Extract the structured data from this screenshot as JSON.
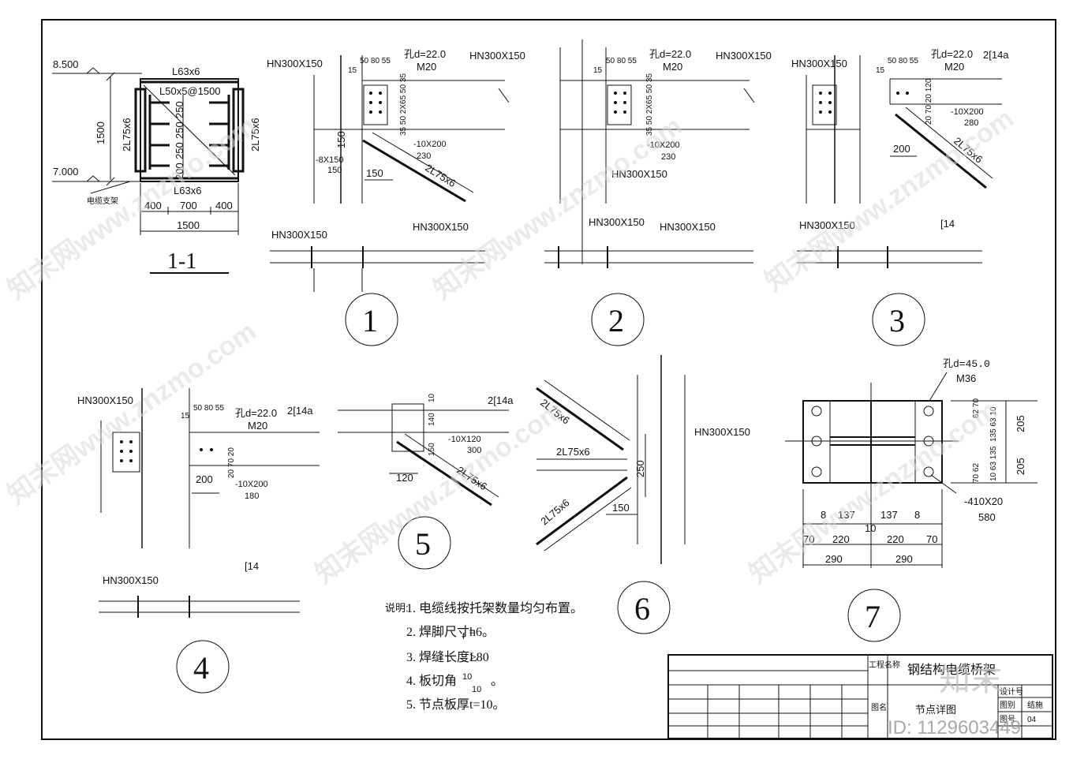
{
  "section": {
    "label": "1-1",
    "elev_top": "8.500",
    "elev_bottom": "7.000",
    "height_dim": "1500",
    "top_member": "L63x6",
    "bottom_member": "L63x6",
    "brace": "L50x5@1500",
    "left_member": "2L75x6",
    "right_member": "2L75x6",
    "spacing": [
      "250",
      "250",
      "250",
      "200"
    ],
    "bottom_dims": [
      "400",
      "700",
      "400"
    ],
    "overall_width": "1500",
    "side_note": "电缆支架"
  },
  "detail_1": {
    "number": "1",
    "column": "HN300X150",
    "beam": "HN300X150",
    "hole": "孔d=22.0",
    "bolt": "M20",
    "bolt_spacing": "50 80 55",
    "edge": "15",
    "vert_dims": "35 50 2X65 50 35",
    "plate_a": "-10X200",
    "plate_a_len": "230",
    "plate_b": "-8X150",
    "plate_b_len": "150",
    "dim_150a": "150",
    "dim_150b": "150",
    "diag": "2L75x6",
    "plan_col": "HN300X150",
    "plan_beam": "HN300X150"
  },
  "detail_2": {
    "number": "2",
    "beam": "HN300X150",
    "lower_beam": "HN300X150",
    "hole": "孔d=22.0",
    "bolt": "M20",
    "bolt_spacing": "50 80 55",
    "edge": "15",
    "vert_dims": "35 50 2X65 50 35",
    "plate": "-10X200",
    "plate_len": "230",
    "plan_col": "HN300X150",
    "plan_beam": "HN300X150"
  },
  "detail_3": {
    "number": "3",
    "column": "HN300X150",
    "channel": "2[14a",
    "hole": "孔d=22.0",
    "bolt": "M20",
    "bolt_spacing": "50 80 55",
    "edge": "15",
    "vert_dims": "20 70 20 120",
    "plate": "-10X200",
    "plate_len": "280",
    "dim_200": "200",
    "diag": "2L75x6",
    "plan_col": "HN300X150",
    "plan_ch": "[14"
  },
  "detail_4": {
    "number": "4",
    "column": "HN300X150",
    "channel": "2[14a",
    "hole": "孔d=22.0",
    "bolt": "M20",
    "bolt_spacing": "50 80 55",
    "edge": "15",
    "vert_dims": "20 70 20",
    "plate": "-10X200",
    "plate_len": "180",
    "dim_200": "200",
    "plan_col": "HN300X150",
    "plan_ch": "[14"
  },
  "detail_5": {
    "number": "5",
    "channel": "2[14a",
    "plate": "-10X120",
    "plate_len": "300",
    "dim_10": "10",
    "dim_140": "140",
    "dim_150": "150",
    "dim_120": "120",
    "diag": "2L75x6"
  },
  "detail_6": {
    "number": "6",
    "column": "HN300X150",
    "upper": "2L75x6",
    "middle": "2L75x6",
    "lower": "2L75x6",
    "dim_250": "250",
    "dim_150": "150"
  },
  "detail_7": {
    "number": "7",
    "hole": "孔d=45.0",
    "bolt": "M36",
    "plate": "-410X20",
    "plate_len": "580",
    "right_dims_a": "62 70",
    "right_dims_b": "135 63 10",
    "right_dims_c": "10 63 135",
    "right_dims_d": "70 62",
    "right_outer": [
      "205",
      "205"
    ],
    "row1": [
      "8",
      "137",
      "137",
      "8"
    ],
    "row1_mid": "10",
    "row2": [
      "70",
      "220",
      "220",
      "70"
    ],
    "row3": [
      "290",
      "290"
    ]
  },
  "notes": {
    "lead": "说明:",
    "items": [
      "1. 电缆线按托架数量均匀布置。",
      "2. 焊脚尺寸h",
      "3. 焊缝长度L",
      "4. 板切角",
      "5. 节点板厚t=10。"
    ],
    "item2_sub": "f",
    "item2_tail": "=6。",
    "item3_tail": "≥80",
    "item4_frac_top": "10",
    "item4_frac_bot": "10",
    "item4_tail": "。"
  },
  "title_block": {
    "project_label": "工程名称",
    "project_name": "钢结构电缆桥架",
    "drawing_label": "图名",
    "drawing_name": "节点详图",
    "design_no_label": "设计号",
    "category_label": "图别",
    "category_value": "结施",
    "sheet_label": "图号",
    "sheet_value": "04"
  },
  "watermark": {
    "text": "知末网www.znzmo.com",
    "logo": "知末",
    "id": "ID: 1129603449"
  }
}
